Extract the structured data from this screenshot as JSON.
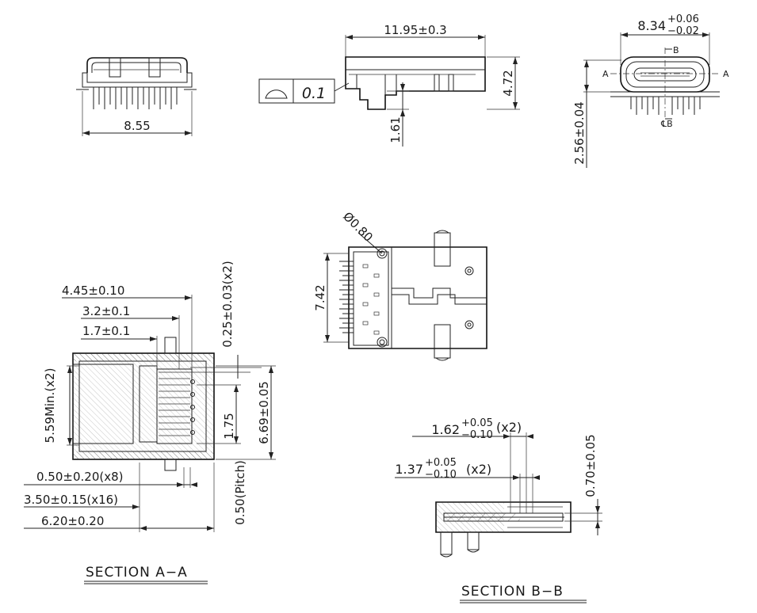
{
  "top_view": {
    "width": "8.55"
  },
  "side_view": {
    "length": "11.95±0.3",
    "height": "4.72",
    "standoff": "1.61",
    "flatness_value": "0.1"
  },
  "front_view": {
    "width_main": "8.34",
    "width_tol_upper": "+0.06",
    "width_tol_lower": "−0.02",
    "height": "2.56±0.04",
    "label_a_left": "A",
    "label_a_right": "A",
    "label_b_top": "B",
    "label_b_bottom": "℄B"
  },
  "bottom_view": {
    "hole_dia": "Ø0.80",
    "pitch_span": "7.42"
  },
  "section_a": {
    "title": "SECTION A−A",
    "d_445": "4.45±0.10",
    "d_32": "3.2±0.1",
    "d_17": "1.7±0.1",
    "d_559": "5.59Min.(x2)",
    "d_025": "0.25±0.03(x2)",
    "d_175": "1.75",
    "d_669": "6.69±0.05",
    "d_050": "0.50±0.20(x8)",
    "d_350": "3.50±0.15(x16)",
    "d_620": "6.20±0.20",
    "d_pitch": "0.50(Pitch)"
  },
  "section_b": {
    "title": "SECTION B−B",
    "d_162_main": "1.62",
    "d_162_up": "+0.05",
    "d_162_low": "−0.10",
    "d_162_mult": "(x2)",
    "d_137_main": "1.37",
    "d_137_up": "+0.05",
    "d_137_low": "−0.10",
    "d_137_mult": "(x2)",
    "d_070": "0.70±0.05"
  }
}
